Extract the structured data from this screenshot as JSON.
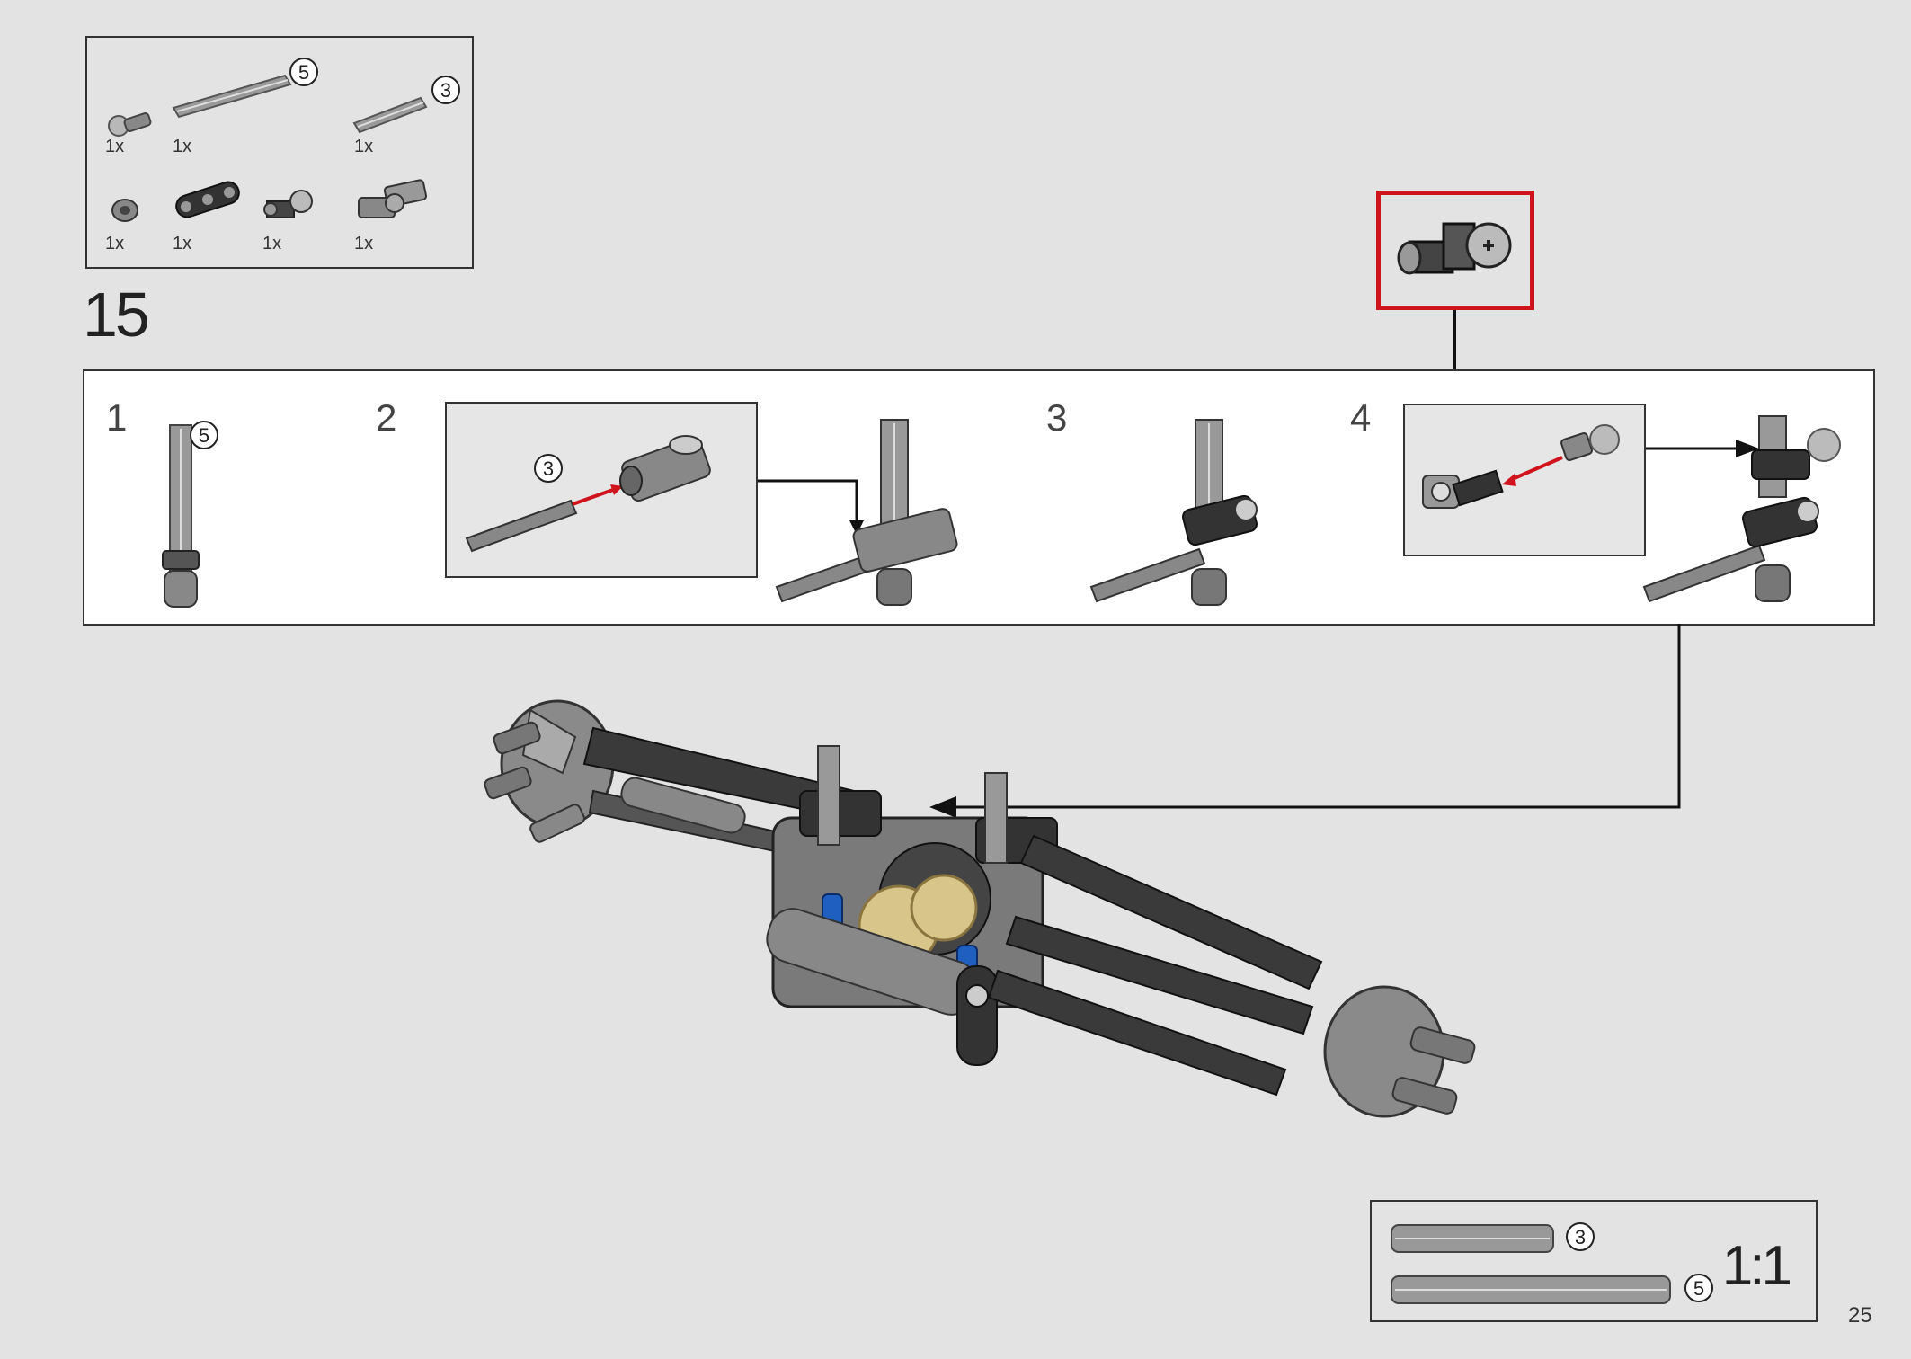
{
  "parts_list": {
    "row1": [
      {
        "icon": "ball-pin-icon",
        "qty": "1x"
      },
      {
        "icon": "axle-5-icon",
        "qty": "1x",
        "length": "5"
      },
      {
        "icon": "axle-3-icon",
        "qty": "1x",
        "length": "3"
      }
    ],
    "row2": [
      {
        "icon": "bush-icon",
        "qty": "1x"
      },
      {
        "icon": "beam-icon",
        "qty": "1x"
      },
      {
        "icon": "cross-connector-icon",
        "qty": "1x"
      },
      {
        "icon": "angle-connector-icon",
        "qty": "1x"
      }
    ]
  },
  "step_number": "15",
  "substeps": [
    {
      "number": "1",
      "axle_length": "5"
    },
    {
      "number": "2",
      "axle_length": "3"
    },
    {
      "number": "3"
    },
    {
      "number": "4"
    }
  ],
  "callout": {
    "part": "cross-connector-icon",
    "highlight_color": "#d0141e"
  },
  "scale_box": {
    "label": "1:1",
    "items": [
      {
        "length": "3"
      },
      {
        "length": "5"
      }
    ]
  },
  "page_number": "25",
  "colors": {
    "background": "#e3e3e3",
    "dark_grey": "#444444",
    "light_grey": "#9a9a9a",
    "tan": "#d8c58a",
    "blue": "#1f5fbf",
    "arrow_red": "#d0141e"
  }
}
